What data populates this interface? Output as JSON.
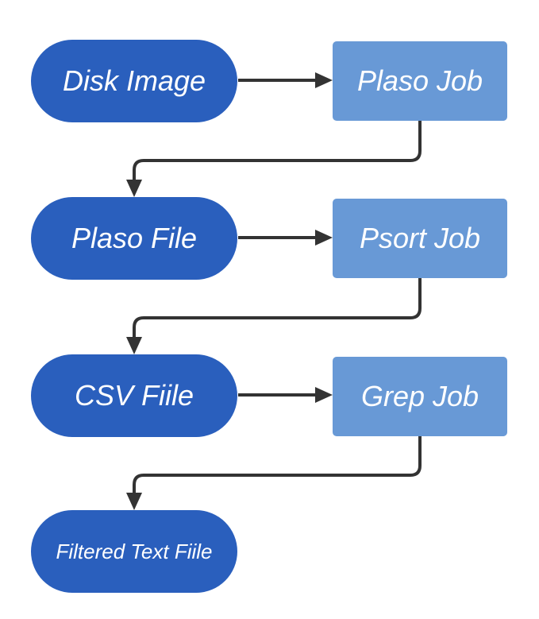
{
  "diagram": {
    "data_nodes": {
      "disk_image": "Disk Image",
      "plaso_file": "Plaso File",
      "csv_file": "CSV Fiile",
      "filtered_text_file": "Filtered Text Fiile"
    },
    "process_nodes": {
      "plaso_job": "Plaso Job",
      "psort_job": "Psort Job",
      "grep_job": "Grep Job"
    },
    "colors": {
      "data_node_fill": "#2a5fbd",
      "process_node_fill": "#6899d6",
      "node_text": "#ffffff",
      "connector": "#333333"
    },
    "edges": [
      {
        "from": "Disk Image",
        "to": "Plaso Job"
      },
      {
        "from": "Plaso Job",
        "to": "Plaso File"
      },
      {
        "from": "Plaso File",
        "to": "Psort Job"
      },
      {
        "from": "Psort Job",
        "to": "CSV Fiile"
      },
      {
        "from": "CSV Fiile",
        "to": "Grep Job"
      },
      {
        "from": "Grep Job",
        "to": "Filtered Text Fiile"
      }
    ]
  }
}
